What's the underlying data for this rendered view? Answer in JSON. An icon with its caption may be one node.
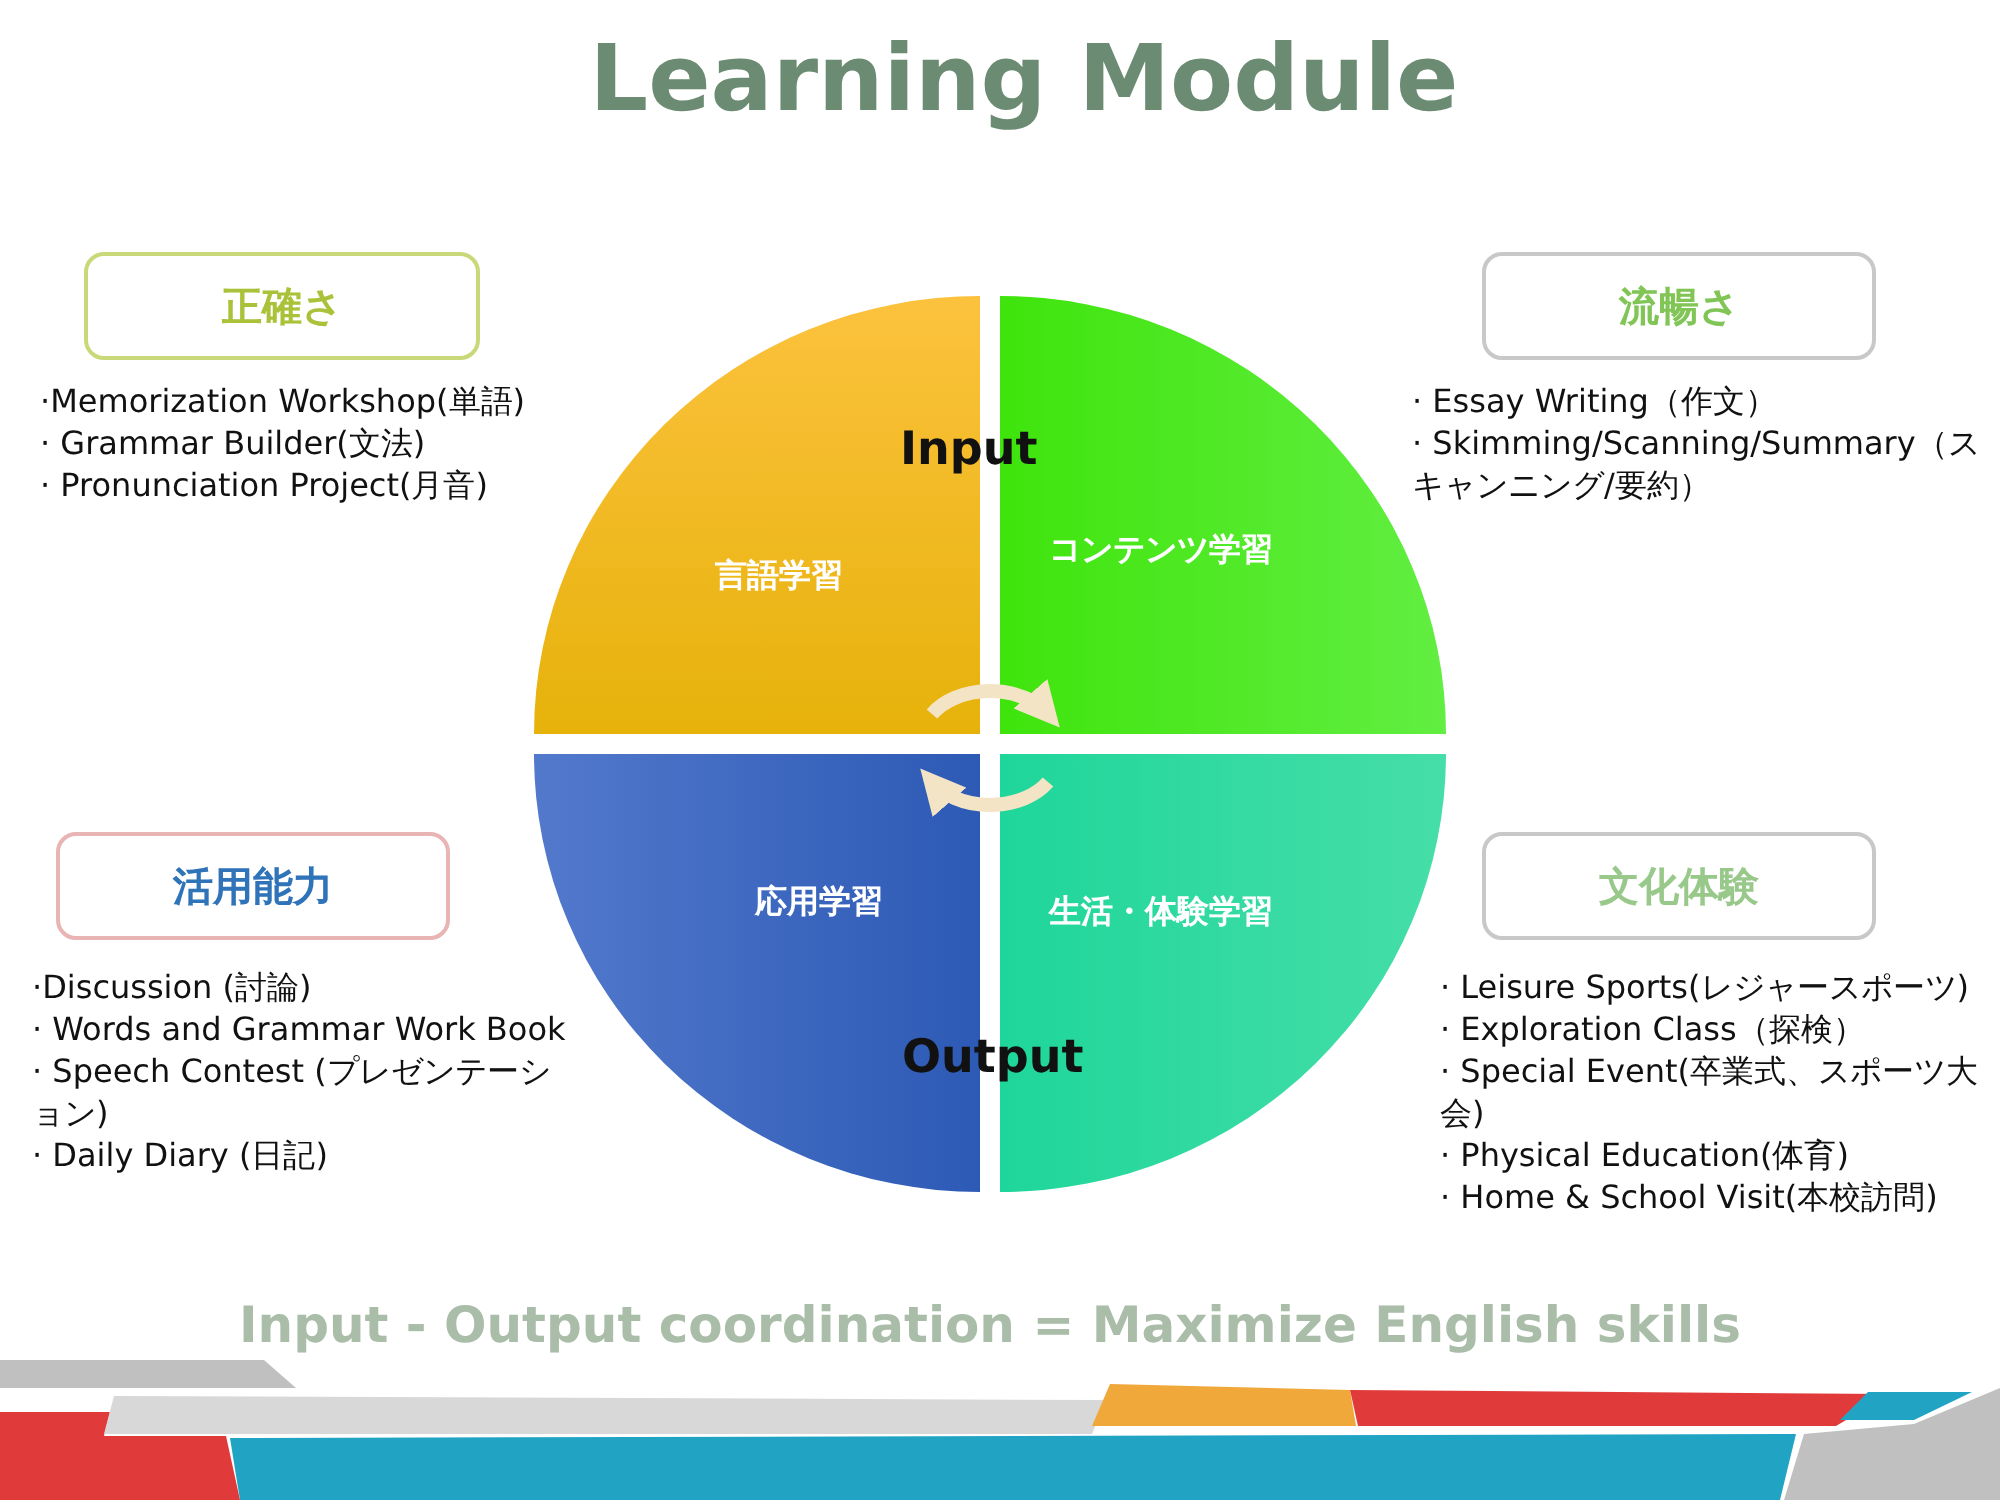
{
  "diagram": {
    "title": "Learning Module",
    "caption": "Input - Output coordination = Maximize English skills",
    "nodes": [
      {
        "text": [
          "正確さ"
        ],
        "beside": [
          "·Memorization Workshop(単語)",
          "· Grammar Builder(文法)",
          "· Pronunciation Project(月音)"
        ]
      },
      {
        "text": [
          "流暢さ"
        ],
        "beside": [
          "· Essay Writing（作文）",
          "· Skimming/Scanning/Summary（スキャンニング/要約）"
        ]
      },
      {
        "text": [
          "言語学習"
        ]
      },
      {
        "text": [
          "コンテンツ学習"
        ]
      },
      {
        "text": [
          "活用能力"
        ],
        "beside": [
          "·Discussion (討論)",
          "· Words and Grammar Work Book",
          "· Speech Contest (プレゼンテーション)",
          "· Daily Diary (日記)"
        ]
      },
      {
        "text": [
          "文化体験"
        ],
        "beside": [
          "· Leisure Sports(レジャースポーツ)",
          "· Exploration Class（探検）",
          "· Special Event(卒業式、スポーツ大会)",
          "· Physical Education(体育)",
          "· Home & School Visit(本校訪問)"
        ]
      },
      {
        "text": [
          "応用学習"
        ]
      },
      {
        "text": [
          "生活・体験学習"
        ]
      }
    ],
    "edges": [
      {
        "from": 2,
        "to": 3,
        "arrow": "to"
      },
      {
        "from": 7,
        "to": 6,
        "arrow": "to"
      }
    ],
    "labels": [
      "Input",
      "Output"
    ]
  }
}
